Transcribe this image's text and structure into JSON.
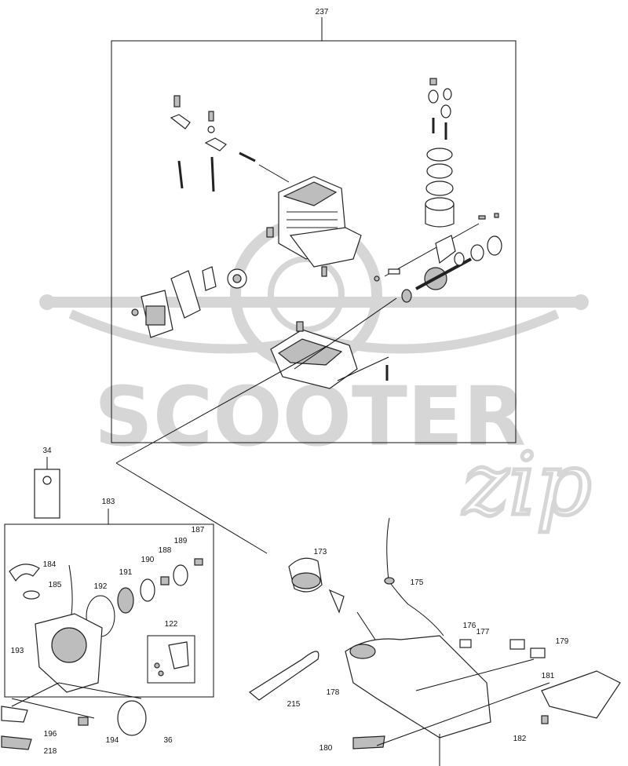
{
  "watermark": {
    "main": "SCOOTER",
    "script": "zip"
  },
  "callouts": {
    "c237": "237",
    "c34": "34",
    "c183": "183",
    "c184": "184",
    "c185": "185",
    "c191": "191",
    "c190": "190",
    "c188": "188",
    "c189": "189",
    "c187": "187",
    "c192": "192",
    "c122": "122",
    "c193": "193",
    "c196": "196",
    "c218": "218",
    "c194": "194",
    "c36": "36",
    "c173": "173",
    "c175": "175",
    "c176": "176",
    "c177": "177",
    "c179": "179",
    "c178": "178",
    "c215": "215",
    "c181": "181",
    "c180": "180",
    "c182": "182"
  }
}
